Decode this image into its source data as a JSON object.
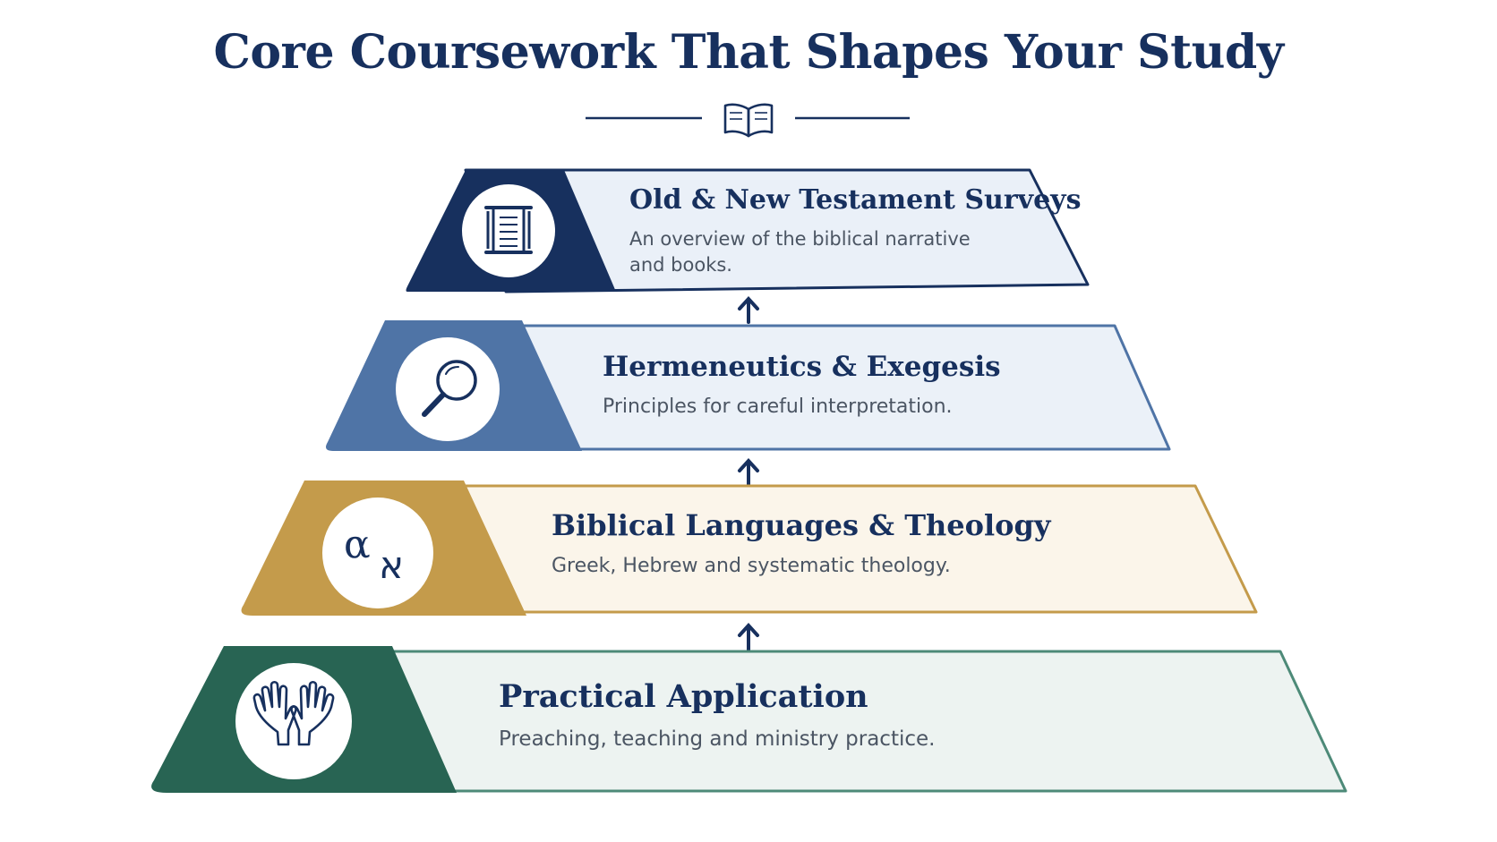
{
  "title": "Core Coursework That Shapes Your Study",
  "title_icon": "open-book-icon",
  "tiers": [
    {
      "heading": "Old & New Testament Surveys",
      "description": "An overview of the biblical narrative and books.",
      "icon": "scroll-icon",
      "accent": "#17305e",
      "panel": "#eaf0f8",
      "border": "#17305e"
    },
    {
      "heading": "Hermeneutics & Exegesis",
      "description": "Principles for careful interpretation.",
      "icon": "magnifier-icon",
      "accent": "#4f74a6",
      "panel": "#ebf1f8",
      "border": "#4f74a6"
    },
    {
      "heading": "Biblical Languages & Theology",
      "description": "Greek, Hebrew and systematic theology.",
      "icon": "alpha-aleph-icon",
      "glyph_alpha": "α",
      "glyph_aleph": "א",
      "accent": "#c49b4b",
      "panel": "#fbf5ea",
      "border": "#c49b4b"
    },
    {
      "heading": "Practical Application",
      "description": "Preaching, teaching and ministry practice.",
      "icon": "praying-hands-icon",
      "accent": "#286453",
      "panel": "#edf3f1",
      "border": "#4d8a78"
    }
  ],
  "connector_icon": "arrow-up-icon",
  "colors": {
    "navy": "#17305e",
    "text_gray": "#4b5563"
  }
}
